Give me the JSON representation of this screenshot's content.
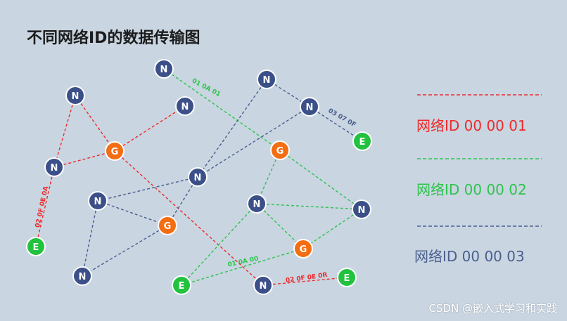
{
  "title": "不同网络ID的数据传输图",
  "colors": {
    "background": "#c9d5e1",
    "net1": "#ee2a2a",
    "net2": "#2ec34d",
    "net3": "#4a5f8f",
    "node_n": "#3b4f88",
    "node_g": "#f46d12",
    "node_e": "#22c23f"
  },
  "node_types": {
    "N": "normal-node",
    "G": "gateway-node",
    "E": "end-node"
  },
  "nodes": [
    {
      "id": "n1",
      "type": "N",
      "label": "N"
    },
    {
      "id": "n2",
      "type": "N",
      "label": "N"
    },
    {
      "id": "n3",
      "type": "N",
      "label": "N"
    },
    {
      "id": "n4",
      "type": "N",
      "label": "N"
    },
    {
      "id": "n5",
      "type": "N",
      "label": "N"
    },
    {
      "id": "n6",
      "type": "N",
      "label": "N"
    },
    {
      "id": "n7",
      "type": "N",
      "label": "N"
    },
    {
      "id": "n8",
      "type": "N",
      "label": "N"
    },
    {
      "id": "n9",
      "type": "N",
      "label": "N"
    },
    {
      "id": "n10",
      "type": "N",
      "label": "N"
    },
    {
      "id": "n11",
      "type": "N",
      "label": "N"
    },
    {
      "id": "n12",
      "type": "N",
      "label": "N"
    },
    {
      "id": "g1",
      "type": "G",
      "label": "G"
    },
    {
      "id": "g2",
      "type": "G",
      "label": "G"
    },
    {
      "id": "g3",
      "type": "G",
      "label": "G"
    },
    {
      "id": "g4",
      "type": "G",
      "label": "G"
    },
    {
      "id": "e1",
      "type": "E",
      "label": "E"
    },
    {
      "id": "e2",
      "type": "E",
      "label": "E"
    },
    {
      "id": "e3",
      "type": "E",
      "label": "E"
    },
    {
      "id": "e4",
      "type": "E",
      "label": "E"
    }
  ],
  "edges": [
    {
      "from": "n2",
      "to": "n8",
      "net": "net1"
    },
    {
      "from": "n2",
      "to": "g1",
      "net": "net1"
    },
    {
      "from": "n8",
      "to": "g1",
      "net": "net1"
    },
    {
      "from": "g1",
      "to": "n4",
      "net": "net1"
    },
    {
      "from": "n8",
      "to": "e1",
      "net": "net1",
      "label": "02 0F 0E 0A"
    },
    {
      "from": "g1",
      "to": "n12",
      "net": "net1"
    },
    {
      "from": "n12",
      "to": "e4",
      "net": "net1",
      "label": "02 0F 0E 0R"
    },
    {
      "from": "n1",
      "to": "g2",
      "net": "net2",
      "label": "01 0A 01"
    },
    {
      "from": "g2",
      "to": "n10",
      "net": "net2"
    },
    {
      "from": "g2",
      "to": "n11",
      "net": "net2"
    },
    {
      "from": "n10",
      "to": "n11",
      "net": "net2"
    },
    {
      "from": "n10",
      "to": "g4",
      "net": "net2"
    },
    {
      "from": "n11",
      "to": "g4",
      "net": "net2"
    },
    {
      "from": "g4",
      "to": "e3",
      "net": "net2",
      "label": "01 0A 00"
    },
    {
      "from": "n10",
      "to": "e3",
      "net": "net2"
    },
    {
      "from": "n3",
      "to": "n5",
      "net": "net3"
    },
    {
      "from": "n5",
      "to": "e2",
      "net": "net3",
      "label": "03 07 0F"
    },
    {
      "from": "n3",
      "to": "n7",
      "net": "net3"
    },
    {
      "from": "n5",
      "to": "n7",
      "net": "net3"
    },
    {
      "from": "n7",
      "to": "n9",
      "net": "net3"
    },
    {
      "from": "n7",
      "to": "g3",
      "net": "net3"
    },
    {
      "from": "n9",
      "to": "g3",
      "net": "net3"
    },
    {
      "from": "n9",
      "to": "n6",
      "net": "net3"
    },
    {
      "from": "g3",
      "to": "n6",
      "net": "net3"
    }
  ],
  "legend": [
    {
      "net": "net1",
      "text": "网络ID  00  00  01"
    },
    {
      "net": "net2",
      "text": "网络ID  00  00  02"
    },
    {
      "net": "net3",
      "text": "网络ID  00  00  03"
    }
  ],
  "watermark": "CSDN @嵌入式学习和实践"
}
